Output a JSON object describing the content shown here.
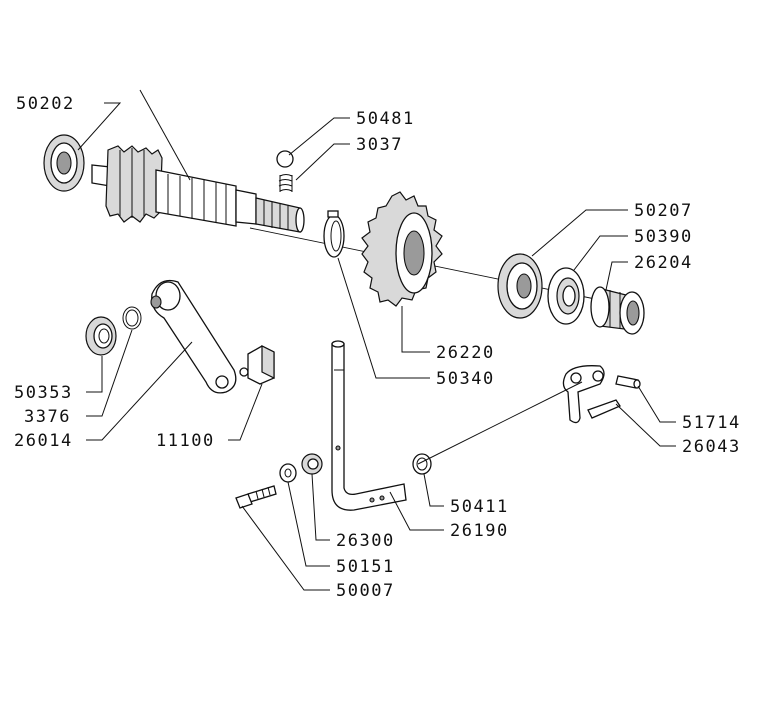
{
  "labels": {
    "p50202": "50202",
    "p50481": "50481",
    "p3037": "3037",
    "p50207": "50207",
    "p50390": "50390",
    "p26204": "26204",
    "p26220": "26220",
    "p50340": "50340",
    "p50353": "50353",
    "p3376": "3376",
    "p26014": "26014",
    "p11100": "11100",
    "p51714": "51714",
    "p26043": "26043",
    "p50411": "50411",
    "p26190": "26190",
    "p26300": "26300",
    "p50151": "50151",
    "p50007": "50007"
  }
}
